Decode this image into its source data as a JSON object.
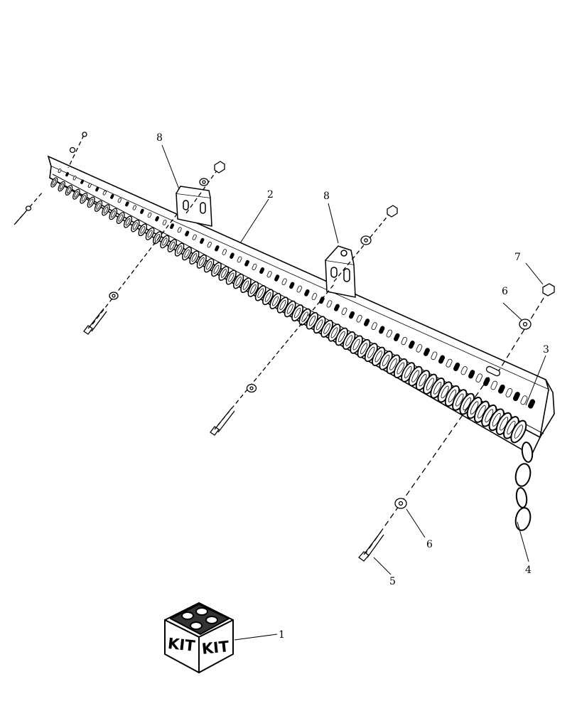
{
  "diagram": {
    "callouts": [
      {
        "id": "1",
        "label": "1"
      },
      {
        "id": "2",
        "label": "2"
      },
      {
        "id": "3",
        "label": "3"
      },
      {
        "id": "4",
        "label": "4"
      },
      {
        "id": "5",
        "label": "5"
      },
      {
        "id": "6a",
        "label": "6"
      },
      {
        "id": "6b",
        "label": "6"
      },
      {
        "id": "7",
        "label": "7"
      },
      {
        "id": "8a",
        "label": "8"
      },
      {
        "id": "8b",
        "label": "8"
      }
    ],
    "kit_box": {
      "label_left": "KIT",
      "label_right": "KIT"
    },
    "line_color": "#000000",
    "background_color": "#ffffff"
  }
}
